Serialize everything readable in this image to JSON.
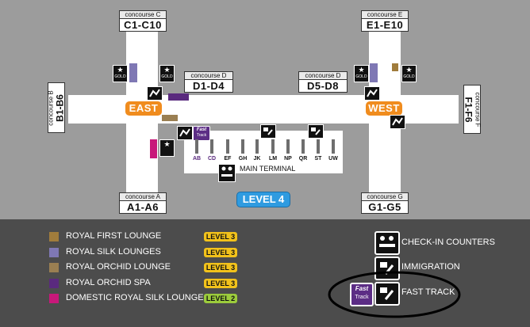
{
  "concourses": {
    "c": {
      "small": "concourse C",
      "big": "C1-C10"
    },
    "e": {
      "small": "concourse E",
      "big": "E1-E10"
    },
    "d_left": {
      "small": "concourse D",
      "big": "D1-D4"
    },
    "d_right": {
      "small": "concourse D",
      "big": "D5-D8"
    },
    "b": {
      "small": "concourse B",
      "big": "B1-B6"
    },
    "f": {
      "small": "concourse F",
      "big": "F1-F6"
    },
    "a": {
      "small": "concourse A",
      "big": "A1-A6"
    },
    "g": {
      "small": "concourse G",
      "big": "G1-G5"
    }
  },
  "areas": {
    "east": "EAST",
    "west": "WEST",
    "main_terminal": "MAIN TERMINAL",
    "level": "LEVEL 4"
  },
  "gates": [
    "AB",
    "CD",
    "EF",
    "GH",
    "JK",
    "LM",
    "NP",
    "QR",
    "ST",
    "UW"
  ],
  "badge_text": {
    "gold": "GOLD",
    "fast": "Fast",
    "track": "Track"
  },
  "legend": {
    "items": [
      {
        "label": "ROYAL FIRST LOUNGE",
        "level": "LEVEL 3",
        "color": "#a07c3c"
      },
      {
        "label": "ROYAL SILK LOUNGES",
        "level": "LEVEL 3",
        "color": "#7f78b4"
      },
      {
        "label": "ROYAL ORCHID LOUNGE",
        "level": "LEVEL 3",
        "color": "#9a7f52"
      },
      {
        "label": "ROYAL ORCHID SPA",
        "level": "LEVEL 3",
        "color": "#5a2a7e"
      },
      {
        "label": "DOMESTIC ROYAL SILK LOUNGE",
        "level": "LEVEL 2",
        "color": "#c8187a"
      }
    ],
    "icons": [
      {
        "label": "CHECK-IN COUNTERS",
        "icon": "check-in-counter-icon"
      },
      {
        "label": "IMMIGRATION",
        "icon": "immigration-icon"
      },
      {
        "label": "FAST TRACK",
        "icon": "fast-track-icon"
      }
    ]
  },
  "colors": {
    "level3": "#f2c21b",
    "level2": "#9ccc3c",
    "east_west": "#f08c1e",
    "level4": "#2f9be0"
  }
}
